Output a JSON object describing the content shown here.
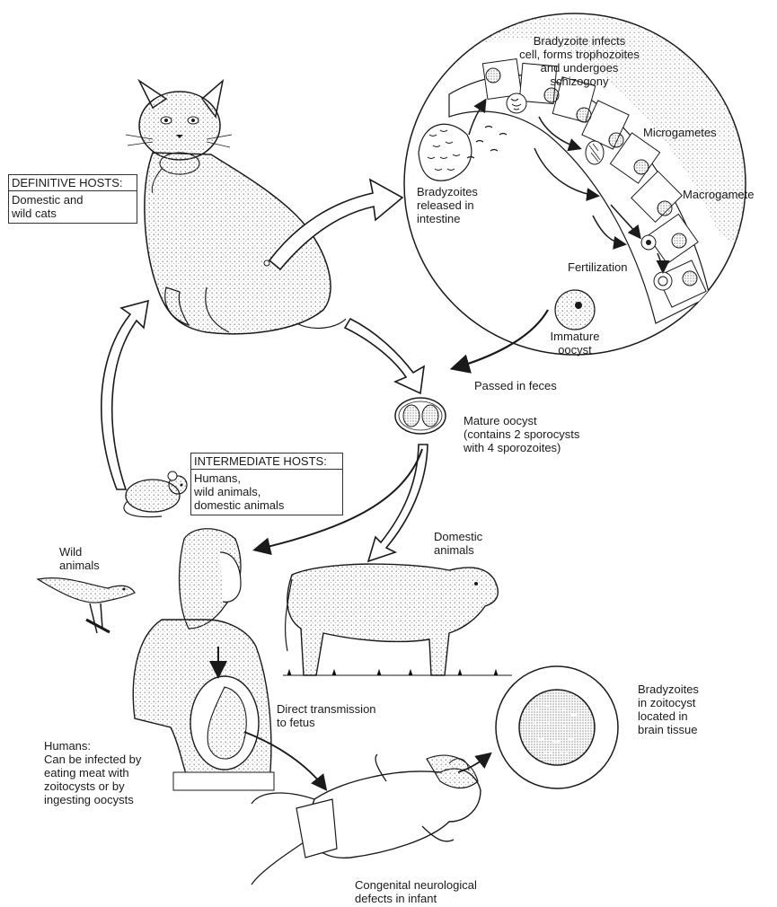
{
  "definitive_hosts": {
    "title": "DEFINITIVE HOSTS:",
    "body": "Domestic and\nwild cats"
  },
  "intermediate_hosts": {
    "title": "INTERMEDIATE HOSTS:",
    "body": "Humans,\nwild animals,\ndomestic animals"
  },
  "labels": {
    "bradyzoite_infects": "Bradyzoite infects\ncell, forms trophozoites\nand undergoes\nschizogony",
    "microgametes": "Microgametes",
    "macrogamete": "Macrogamete",
    "bradyzoites_released": "Bradyzoites\nreleased in\nintestine",
    "fertilization": "Fertilization",
    "immature_oocyst": "Immature\noocyst",
    "passed_in_feces": "Passed in feces",
    "mature_oocyst": "Mature oocyst\n(contains 2 sporocysts\nwith 4 sporozoites)",
    "wild_animals": "Wild\nanimals",
    "domestic_animals": "Domestic\nanimals",
    "direct_transmission": "Direct transmission\nto fetus",
    "bradyzoites_zoitocyst": "Bradyzoites\nin zoitocyst\nlocated in\nbrain tissue",
    "humans_infected": "Humans:\nCan be infected by\neating meat with\nzoitocysts or by\ningesting oocysts",
    "congenital": "Congenital neurological\ndefects in infant"
  },
  "colors": {
    "ink": "#1a1a1a",
    "stipple": "#8a8a8a",
    "paper": "#ffffff"
  }
}
